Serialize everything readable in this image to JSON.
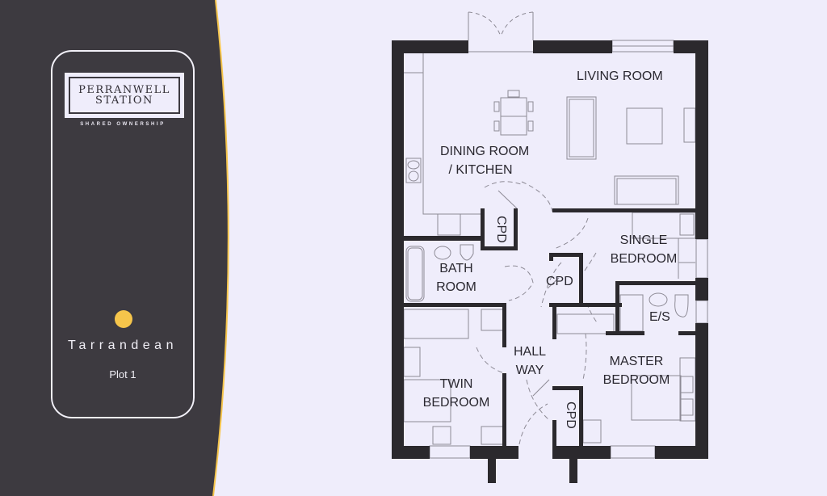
{
  "brand": {
    "logo_line1": "PERRANWELL",
    "logo_line2": "STATION",
    "tagline": "SHARED OWNERSHIP"
  },
  "property": {
    "house_type": "Tarrandean",
    "plot": "Plot 1"
  },
  "colors": {
    "panel": "#3d3a40",
    "accent_gold": "#f6c54b",
    "background": "#efedfb",
    "walls": "#2b292d"
  },
  "rooms": {
    "living_room": "LIVING ROOM",
    "dining_line1": "DINING ROOM",
    "dining_line2": "/ KITCHEN",
    "cpd_1": "CPD",
    "single_line1": "SINGLE",
    "single_line2": "BEDROOM",
    "bath_line1": "BATH",
    "bath_line2": "ROOM",
    "cpd_2": "CPD",
    "es": "E/S",
    "hall_line1": "HALL",
    "hall_line2": "WAY",
    "master_line1": "MASTER",
    "master_line2": "BEDROOM",
    "twin_line1": "TWIN",
    "twin_line2": "BEDROOM",
    "cpd_3": "CPD"
  }
}
